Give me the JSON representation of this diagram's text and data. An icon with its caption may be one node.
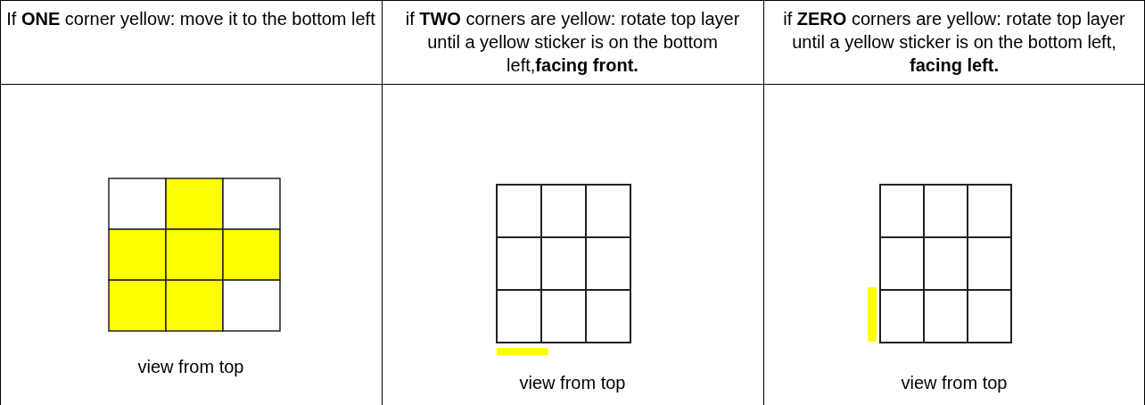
{
  "diagram": {
    "labels": [
      "If **ONE** corner yellow: move it to the bottom left",
      "if **TWO** corners are yellow: rotate top layer until a yellow sticker is on the bottom left,**facing front.**",
      "if **ZERO** corners are yellow: rotate top layer until a yellow sticker is on the bottom left, **facing left.**",
      "view from top",
      "view from top",
      "view from top"
    ]
  }
}
